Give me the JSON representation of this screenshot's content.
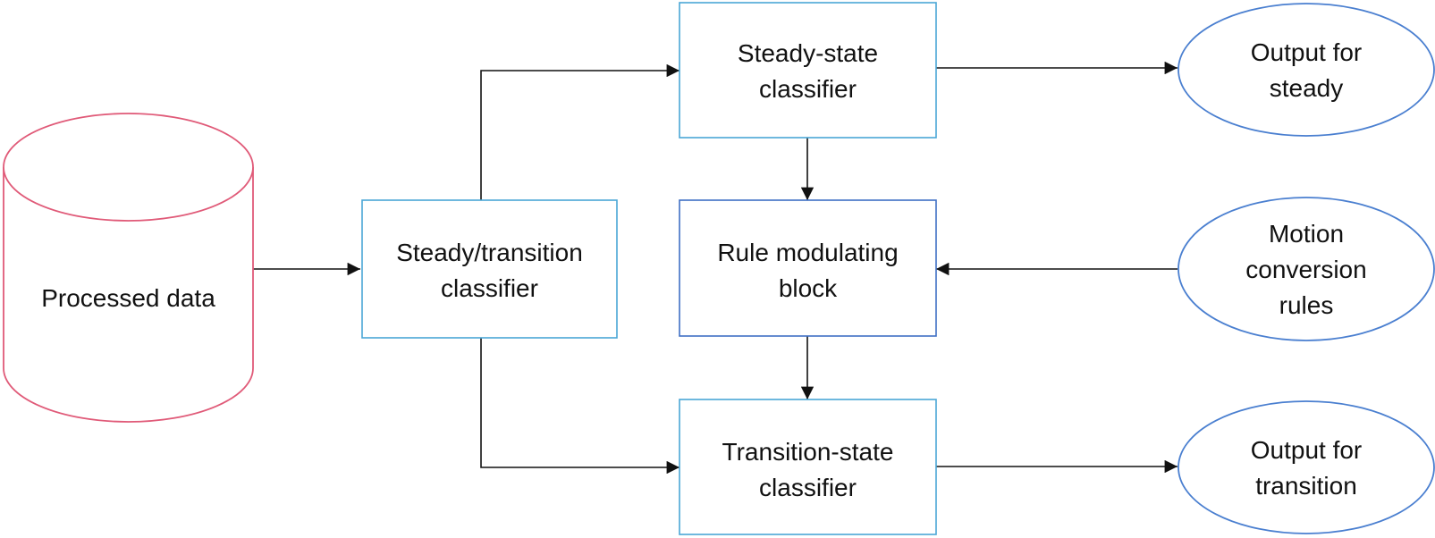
{
  "nodes": {
    "processed_data": {
      "lines": [
        "Processed data"
      ]
    },
    "steady_transition_classifier": {
      "lines": [
        "Steady/transition",
        "classifier"
      ]
    },
    "steady_state_classifier": {
      "lines": [
        "Steady-state",
        "classifier"
      ]
    },
    "rule_modulating_block": {
      "lines": [
        "Rule modulating",
        "block"
      ]
    },
    "transition_state_classifier": {
      "lines": [
        "Transition-state",
        "classifier"
      ]
    },
    "output_steady": {
      "lines": [
        "Output for",
        "steady"
      ]
    },
    "motion_conversion_rules": {
      "lines": [
        "Motion",
        "conversion",
        "rules"
      ]
    },
    "output_transition": {
      "lines": [
        "Output for",
        "transition"
      ]
    }
  },
  "edges": [
    {
      "from": "processed_data",
      "to": "steady_transition_classifier"
    },
    {
      "from": "steady_transition_classifier",
      "to": "steady_state_classifier"
    },
    {
      "from": "steady_transition_classifier",
      "to": "transition_state_classifier"
    },
    {
      "from": "steady_state_classifier",
      "to": "output_steady"
    },
    {
      "from": "steady_state_classifier",
      "to": "rule_modulating_block"
    },
    {
      "from": "motion_conversion_rules",
      "to": "rule_modulating_block"
    },
    {
      "from": "rule_modulating_block",
      "to": "transition_state_classifier"
    },
    {
      "from": "transition_state_classifier",
      "to": "output_transition"
    }
  ],
  "colors": {
    "cylinder_stroke": "#e05a78",
    "cyan_box_stroke": "#4aa6d6",
    "blue_box_stroke": "#3f6fc4",
    "ellipse_stroke": "#4a7fd0",
    "arrow": "#111111"
  }
}
